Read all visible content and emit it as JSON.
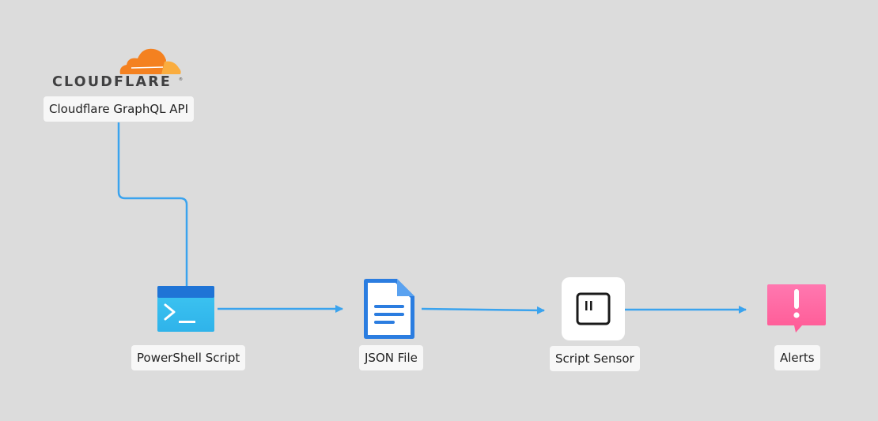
{
  "brand": {
    "wordmark": "CLOUDFLARE",
    "reg_mark": "®"
  },
  "nodes": {
    "cloudflare": {
      "label": "Cloudflare GraphQL API",
      "icon": "cloudflare-logo-icon"
    },
    "powershell": {
      "label": "PowerShell Script",
      "icon": "terminal-icon"
    },
    "json": {
      "label": "JSON File",
      "icon": "document-icon"
    },
    "sensor": {
      "label": "Script Sensor",
      "icon": "sensor-icon"
    },
    "alerts": {
      "label": "Alerts",
      "icon": "alert-icon"
    }
  },
  "colors": {
    "background": "#dcdcdc",
    "connector": "#3aa3ee",
    "cloudflare_orange": "#f48120",
    "cloudflare_light_orange": "#faad3f",
    "terminal_header": "#1f74d6",
    "terminal_body": "#3ec6f2",
    "document_blue": "#2b7de0",
    "alert_pink": "#ff6fa8"
  }
}
